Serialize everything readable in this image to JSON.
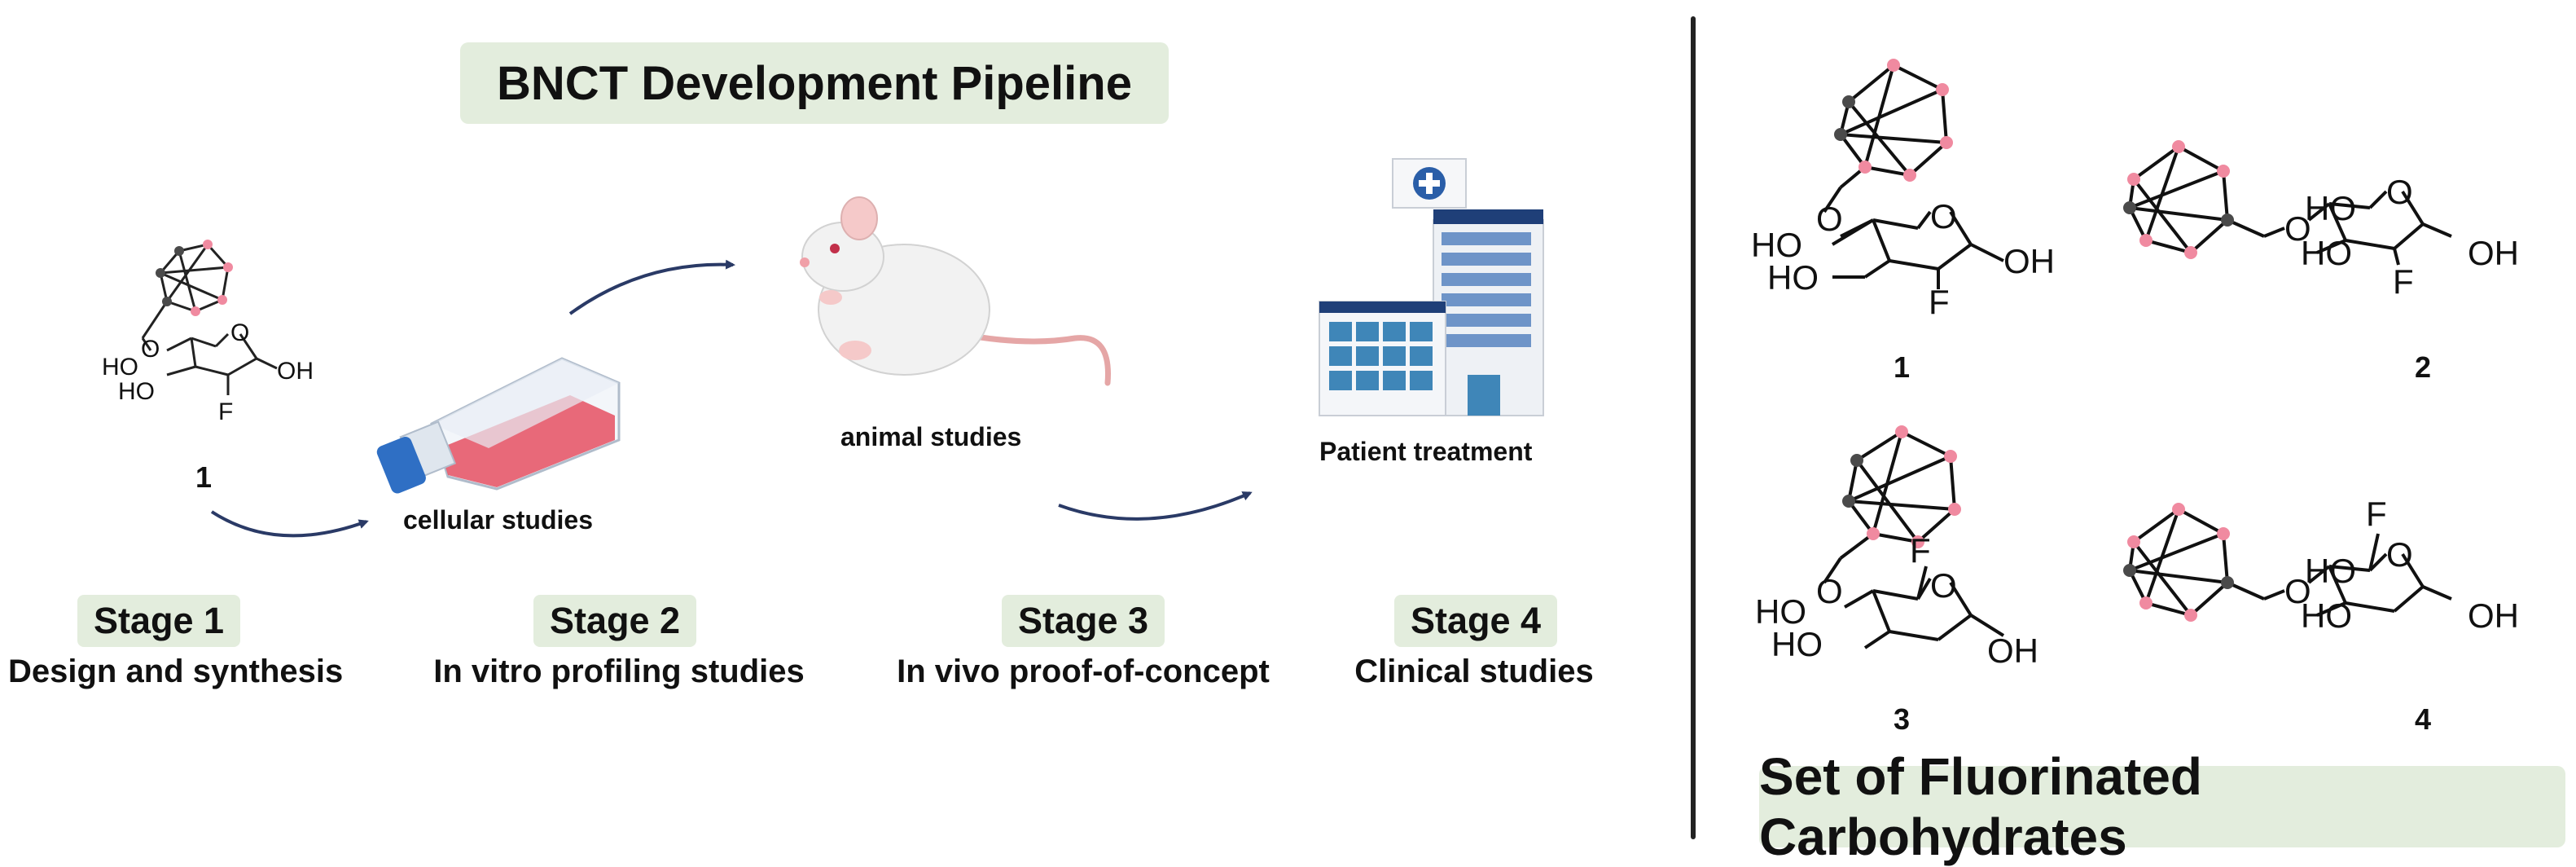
{
  "pipeline": {
    "title": "BNCT Development Pipeline",
    "stages": [
      {
        "label": "Stage 1",
        "description": "Design and synthesis"
      },
      {
        "label": "Stage 2",
        "description": "In vitro profiling studies"
      },
      {
        "label": "Stage 3",
        "description": "In vivo proof-of-concept"
      },
      {
        "label": "Stage 4",
        "description": "Clinical studies"
      }
    ],
    "captions": {
      "compound": "1",
      "cellular": "cellular studies",
      "animal": "animal studies",
      "patient": "Patient treatment"
    }
  },
  "compounds": {
    "title": "Set of Fluorinated Carbohydrates",
    "numbers": [
      "1",
      "2",
      "3",
      "4"
    ]
  },
  "atoms": {
    "ho": "HO",
    "oh": "OH",
    "o": "O",
    "f": "F"
  },
  "colors": {
    "panel_green": "#e3eddd",
    "boron_pink": "#f08aa0",
    "carbon_dark": "#4a4a4a",
    "arrow_navy": "#2a3a66"
  }
}
